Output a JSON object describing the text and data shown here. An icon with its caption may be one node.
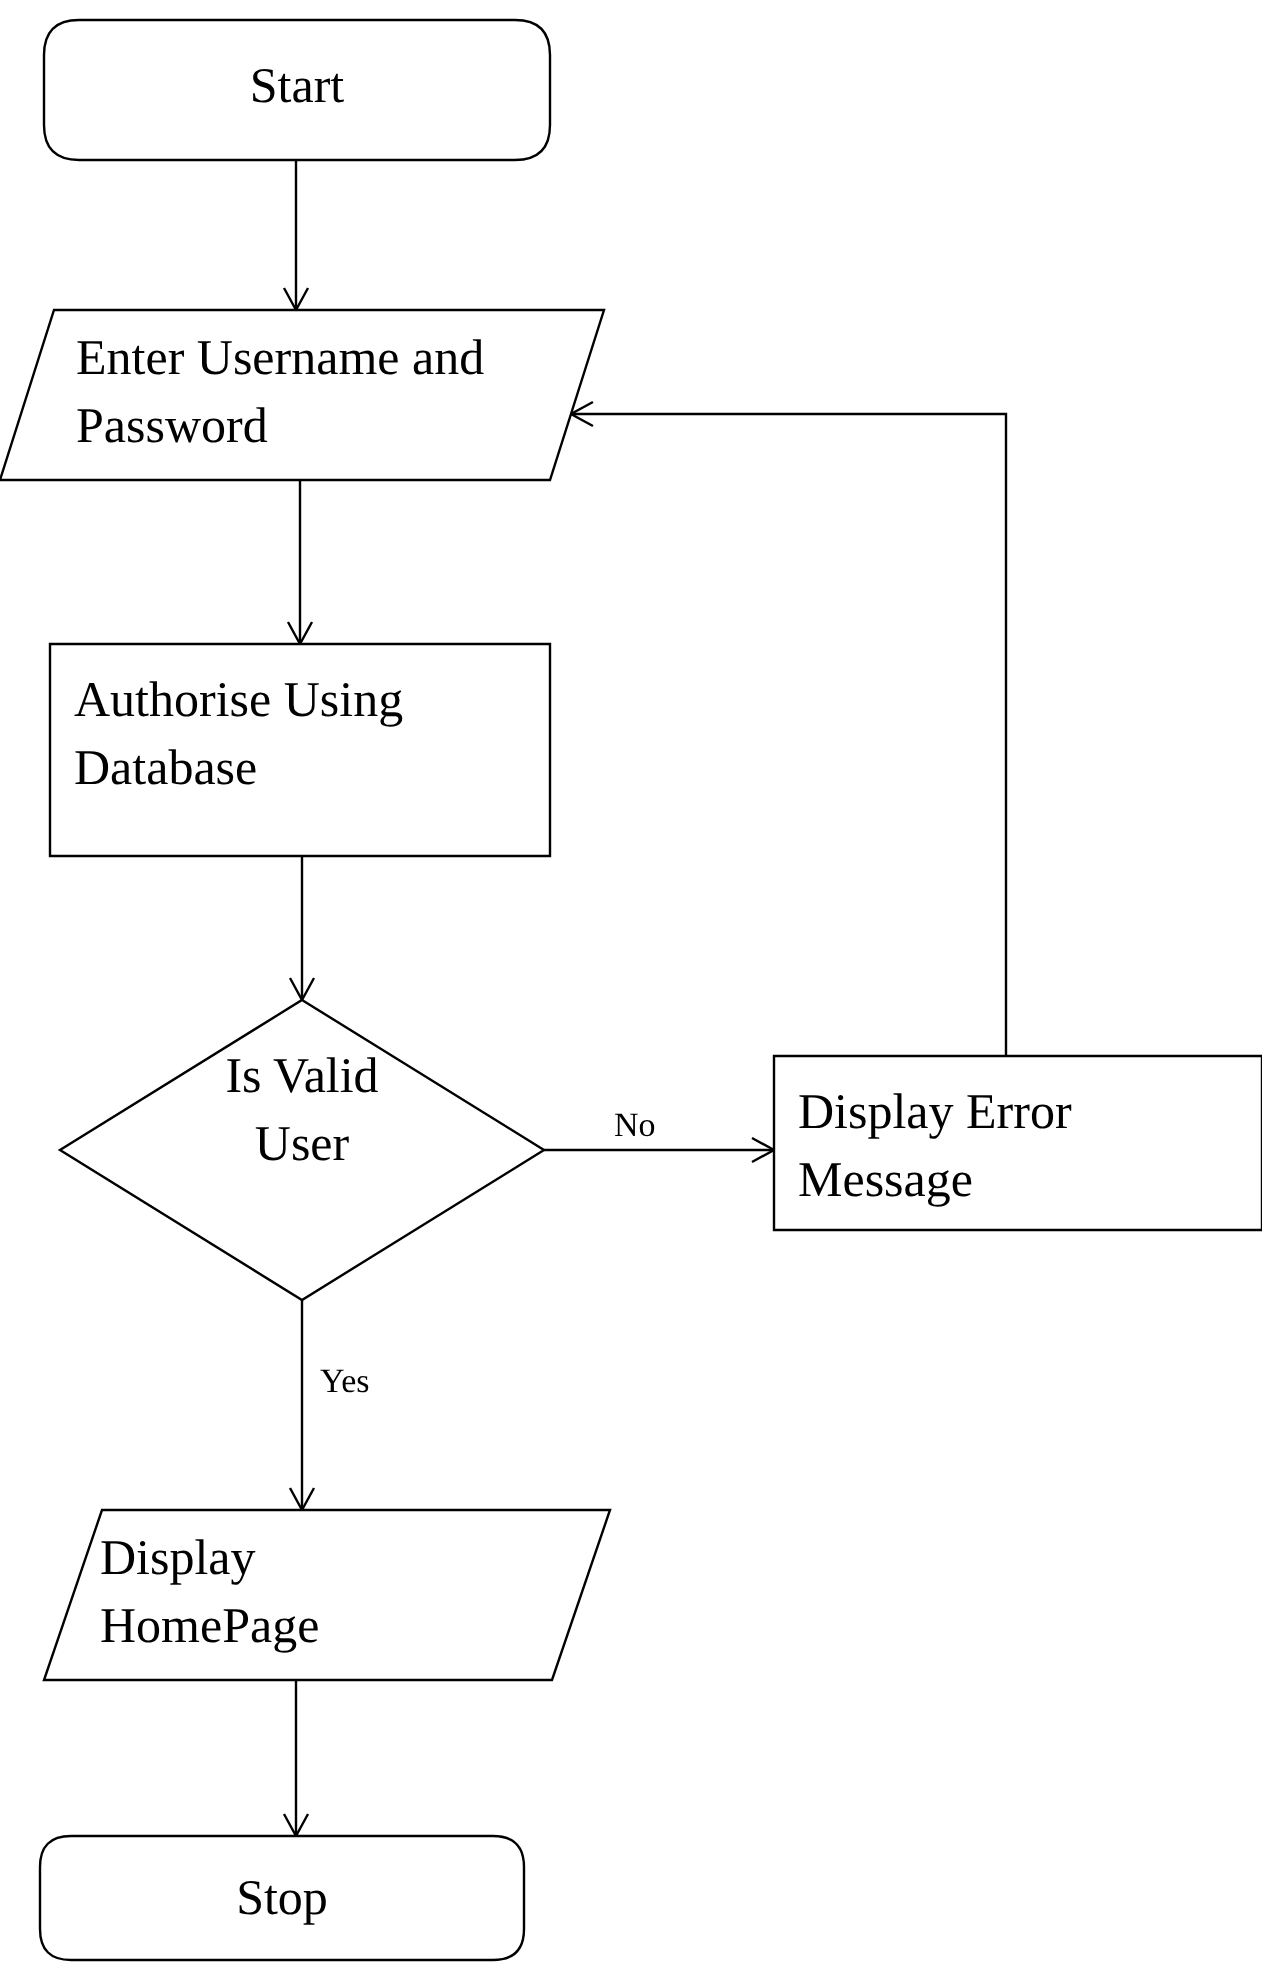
{
  "diagram": {
    "nodes": [
      {
        "text": [
          "Start"
        ]
      },
      {
        "text": [
          "Enter Username and Password"
        ]
      },
      {
        "text": [
          "Authorise Using Database"
        ]
      },
      {
        "text": [
          "Is Valid User"
        ]
      },
      {
        "text": [
          "Display Error Message"
        ]
      },
      {
        "text": [
          "Display HomePage"
        ]
      },
      {
        "text": [
          "Stop"
        ]
      }
    ],
    "edges": [
      {
        "from": 0,
        "to": 1,
        "arrow": "to"
      },
      {
        "from": 1,
        "to": 2,
        "arrow": "to"
      },
      {
        "from": 2,
        "to": 3,
        "arrow": "to"
      },
      {
        "from": 3,
        "to": 4,
        "arrow": "to",
        "label": "No"
      },
      {
        "from": 4,
        "to": 1,
        "arrow": "to"
      },
      {
        "from": 3,
        "to": 5,
        "arrow": "to",
        "label": "Yes"
      },
      {
        "from": 5,
        "to": 6,
        "arrow": "to"
      }
    ]
  }
}
